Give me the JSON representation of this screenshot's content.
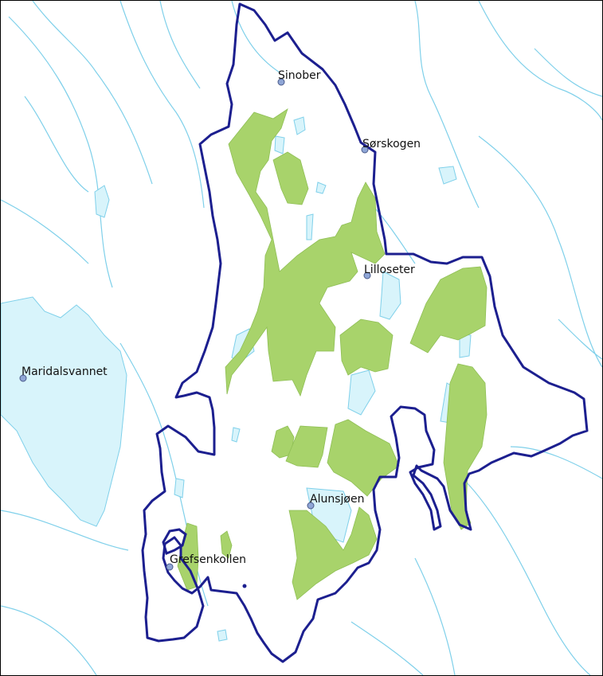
{
  "map": {
    "colors": {
      "water": "#d8f4fb",
      "river": "#7fd0ea",
      "forest": "#a8d36b",
      "boundary": "#1c1f8f",
      "point": "#8fa6d6",
      "background": "#ffffff"
    },
    "places": [
      {
        "name": "Sinober"
      },
      {
        "name": "Sørskogen"
      },
      {
        "name": "Lilloseter"
      },
      {
        "name": "Maridalsvannet"
      },
      {
        "name": "Alunsjøen"
      },
      {
        "name": "Grefsenkollen"
      }
    ]
  }
}
